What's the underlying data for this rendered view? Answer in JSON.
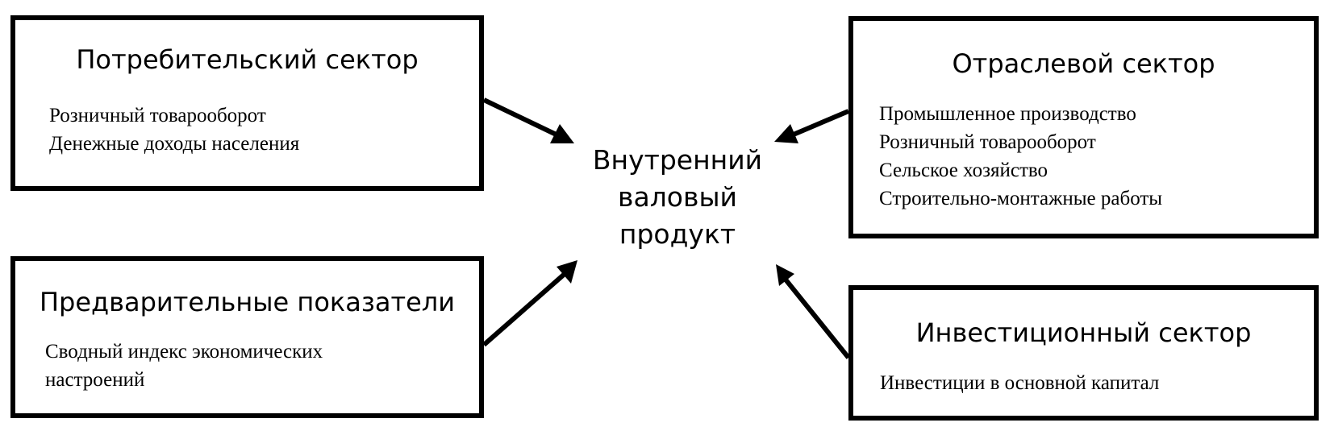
{
  "center": {
    "lines": [
      "Внутренний",
      "валовый",
      "продукт"
    ]
  },
  "boxes": {
    "consumer": {
      "title": "Потребительский сектор",
      "items": [
        "Розничный товарооборот",
        "Денежные доходы населения"
      ]
    },
    "preliminary": {
      "title": "Предварительные показатели",
      "items": [
        "Сводный индекс экономических настроений"
      ]
    },
    "industry": {
      "title": "Отраслевой сектор",
      "items": [
        "Промышленное производство",
        "Розничный товарооборот",
        "Сельское хозяйство",
        "Строительно-монтажные работы"
      ]
    },
    "investment": {
      "title": "Инвестиционный сектор",
      "items": [
        "Инвестиции в основной капитал"
      ]
    }
  },
  "colors": {
    "stroke": "#000000",
    "background": "#ffffff"
  }
}
